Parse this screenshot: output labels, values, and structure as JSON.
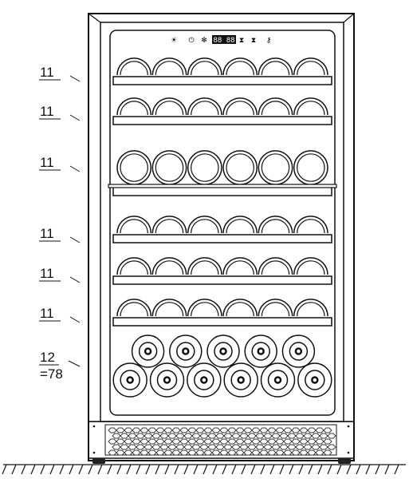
{
  "diagram": {
    "subject": "wine-cooler-front-view",
    "control_panel": {
      "icons": [
        "light-icon",
        "power-icon",
        "snowflake-icon",
        "zone-up-icon",
        "zone-down-icon",
        "lock-icon"
      ],
      "display": "88 88"
    },
    "shelves": [
      {
        "label": "11",
        "bottles": 6
      },
      {
        "label": "11",
        "bottles": 6
      },
      {
        "label": "11",
        "bottles": 6
      },
      {
        "label": "11",
        "bottles": 6
      },
      {
        "label": "11",
        "bottles": 6
      },
      {
        "label": "11",
        "bottles": 6
      }
    ],
    "bottom_rack": {
      "label": "12",
      "total_label": "=78",
      "upper_row_bottles": 5,
      "lower_row_bottles": 6
    },
    "colors": {
      "line": "#111111",
      "background": "#ffffff",
      "grille": "#333333"
    }
  }
}
